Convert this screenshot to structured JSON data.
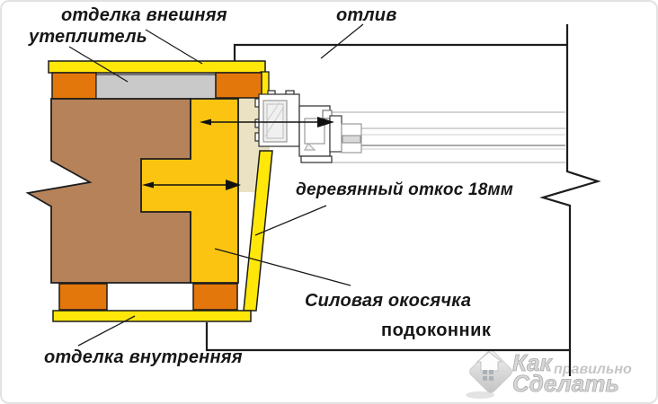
{
  "labels": {
    "exterior_finish": "отделка внешняя",
    "insulation": "утеплитель",
    "drip_cap": "отлив",
    "wooden_slope": "деревянный откос 18мм",
    "structural_casing": "Силовая окосячка",
    "windowsill": "подоконник",
    "interior_finish": "отделка внутренняя"
  },
  "watermark": {
    "brand_word_1": "Как",
    "brand_word_2": "правильно",
    "brand_word_3": "Сделать"
  },
  "colors": {
    "finish_yellow": "#FFE70A",
    "casing_gold": "#FBC411",
    "spacer_orange": "#E4770B",
    "log_brown": "#B5825A",
    "insulation_gray": "#C9C9C9",
    "foam_beige": "#EBE2C3",
    "line_black": "#1C1C1C",
    "watermark_gray": "#C6C6C6"
  }
}
